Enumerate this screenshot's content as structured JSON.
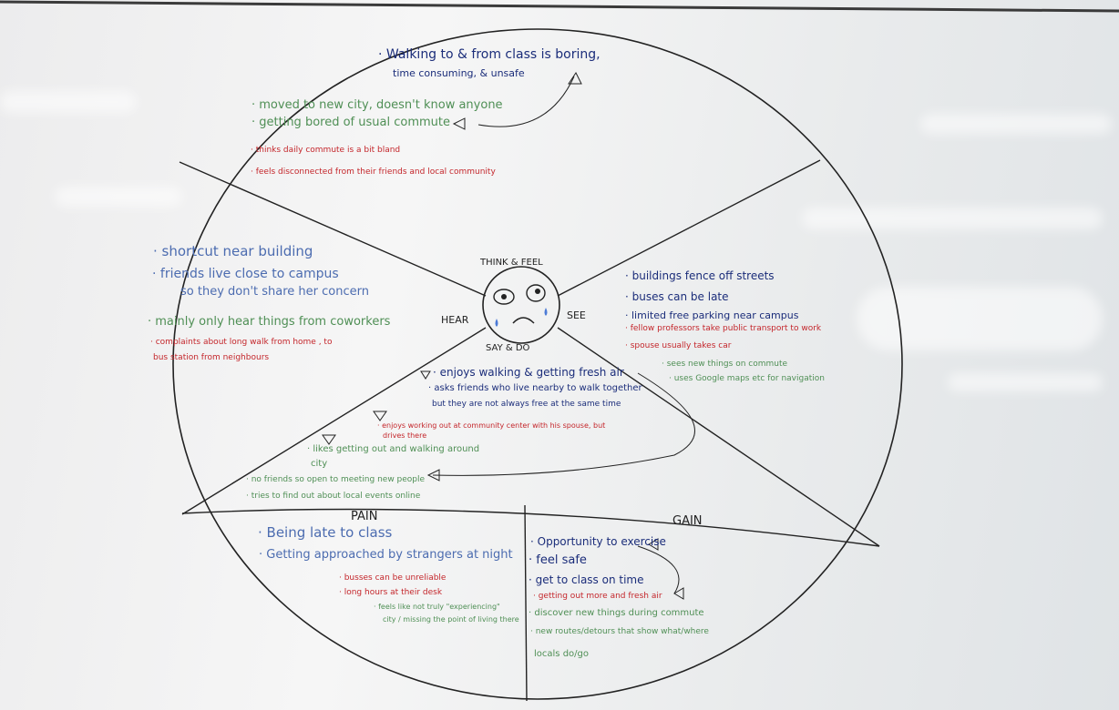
{
  "colors": {
    "blue": "#1b2d7a",
    "green": "#4f8f55",
    "red": "#c4262b",
    "ink": "#222222"
  },
  "labels": {
    "think_feel": "THINK & FEEL",
    "hear": "HEAR",
    "see": "SEE",
    "say_do": "SAY & DO",
    "pain": "PAIN",
    "gain": "GAIN"
  },
  "think": {
    "l1": "· Walking to & from class is boring,",
    "l2": "time consuming, & unsafe",
    "g1": "· moved to new city, doesn't know anyone",
    "g2": "· getting bored of usual commute",
    "r1": "· thinks daily commute is a bit bland",
    "r2": "· feels disconnected from their friends and local community"
  },
  "hear": {
    "b1": "· shortcut near building",
    "b2": "· friends live close to campus",
    "b3": "so they don't share her concern",
    "g1": "· mainly only hear things from coworkers",
    "r1": "· complaints about long walk from   home , to",
    "r2": "bus station from neighbours"
  },
  "see": {
    "b1": "· buildings fence off streets",
    "b2": "· buses can be late",
    "b3": "· limited free parking near campus",
    "r1": "· fellow professors take public transport to work",
    "r2": "· spouse usually takes car",
    "g1": "· sees new things on commute",
    "g2": "· uses Google maps etc for navigation"
  },
  "say": {
    "b1": "· enjoys walking & getting fresh air",
    "b2": "· asks friends who live nearby to walk together",
    "b3": "but they are not always free at the same time",
    "r1": "· enjoys working out at community center with his spouse, but",
    "r2": "drives there",
    "g1": "· likes getting out and walking around",
    "g2": "city",
    "g3": "· no friends so open to meeting new people",
    "g4": "· tries to find out about local events online"
  },
  "pain": {
    "b1": "· Being late to class",
    "b2": "· Getting approached by strangers at night",
    "r1": "· busses can be unreliable",
    "r2": "· long hours at their desk",
    "g1": "· feels like not truly \"experiencing\"",
    "g2": "city / missing the point of living there"
  },
  "gain": {
    "b1": "· Opportunity to exercise",
    "b2": "· feel safe",
    "b3": "· get to class on time",
    "r1": "· getting out more and fresh air",
    "g1": "· discover new things during commute",
    "g2": "· new routes/detours that show what/where",
    "g3": "locals do/go"
  }
}
